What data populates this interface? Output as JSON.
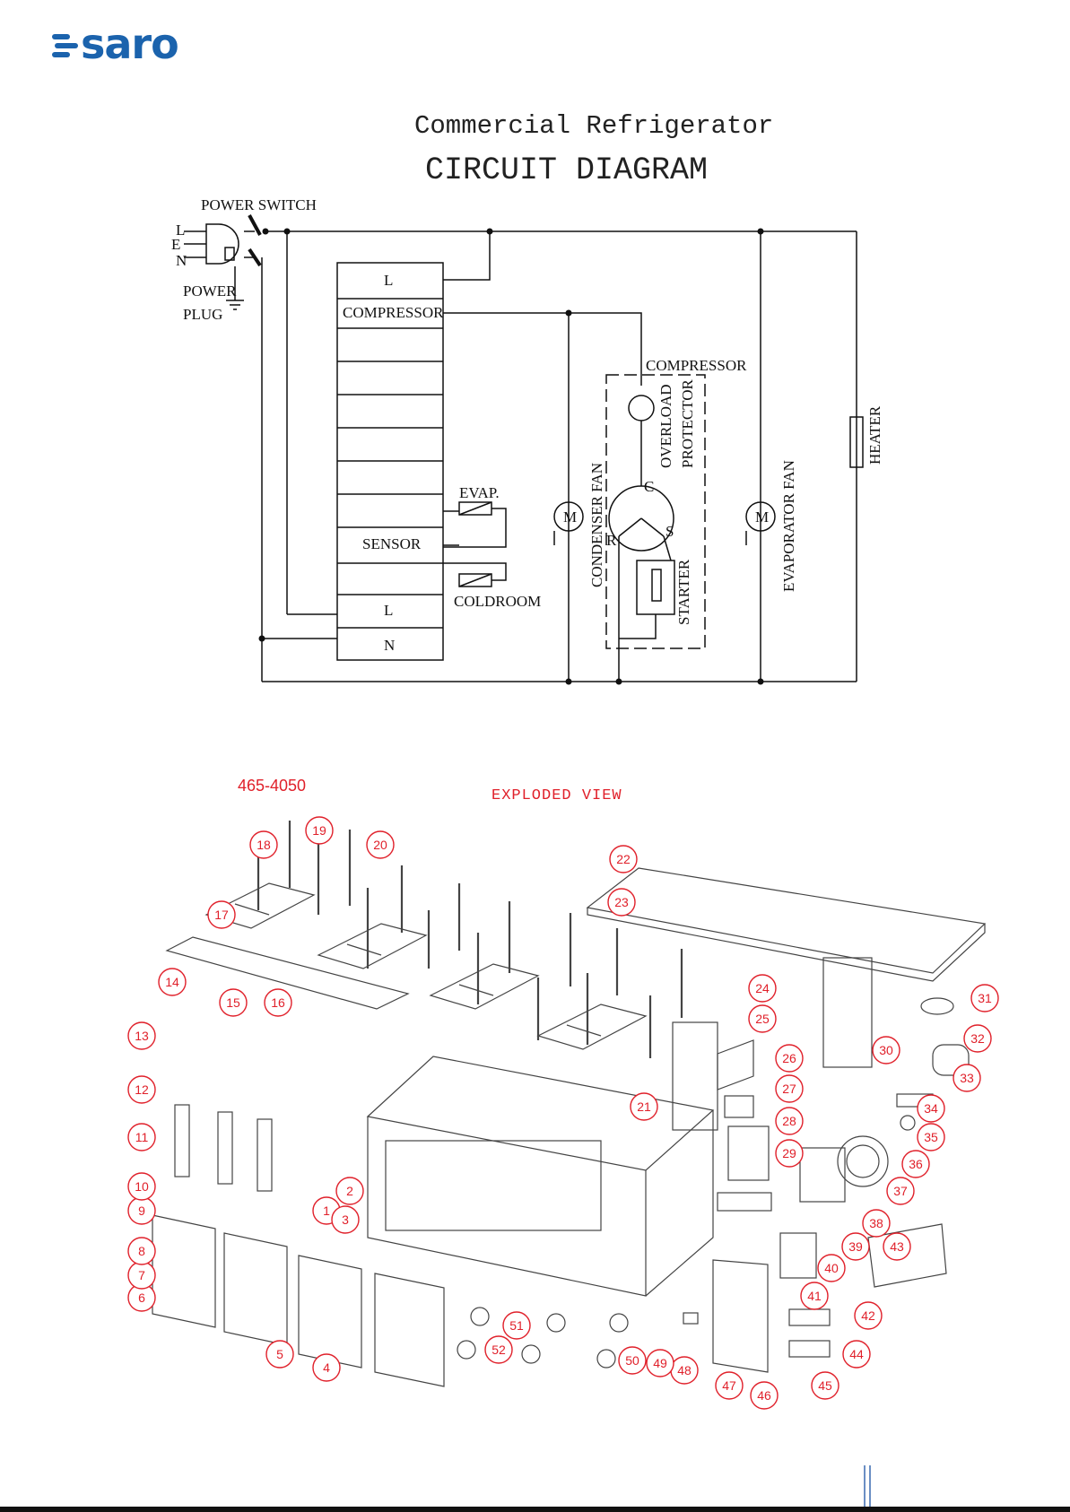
{
  "brand": {
    "name": "saro",
    "color": "#1b63ad"
  },
  "diagram": {
    "title_line1": "Commercial Refrigerator",
    "title_line2": "CIRCUIT DIAGRAM",
    "labels": {
      "power_switch": "POWER SWITCH",
      "power_plug_1": "POWER",
      "power_plug_2": "PLUG",
      "l": "L",
      "e": "E",
      "n": "N",
      "ctrl_l_top": "L",
      "ctrl_compressor": "COMPRESSOR",
      "ctrl_sensor": "SENSOR",
      "ctrl_l_bottom": "L",
      "ctrl_n": "N",
      "evap": "EVAP.",
      "coldroom": "COLDROOM",
      "compressor": "COMPRESSOR",
      "overload_1": "OVERLOAD",
      "overload_2": "PROTECTOR",
      "condenser_fan": "CONDENSER FAN",
      "evaporator_fan": "EVAPORATOR FAN",
      "heater": "HEATER",
      "starter": "STARTER",
      "motor": "M",
      "c": "C",
      "r": "R",
      "s": "S"
    }
  },
  "exploded": {
    "model": "465-4050",
    "title": "EXPLODED VIEW",
    "part_numbers": [
      "1",
      "2",
      "3",
      "4",
      "5",
      "6",
      "7",
      "8",
      "9",
      "10",
      "11",
      "12",
      "13",
      "14",
      "15",
      "16",
      "17",
      "18",
      "19",
      "20",
      "21",
      "22",
      "23",
      "24",
      "25",
      "26",
      "27",
      "28",
      "29",
      "30",
      "31",
      "32",
      "33",
      "34",
      "35",
      "36",
      "37",
      "38",
      "39",
      "40",
      "41",
      "42",
      "43",
      "44",
      "45",
      "46",
      "47",
      "48",
      "49",
      "50",
      "51",
      "52"
    ],
    "callout_color": "#e0202a"
  }
}
